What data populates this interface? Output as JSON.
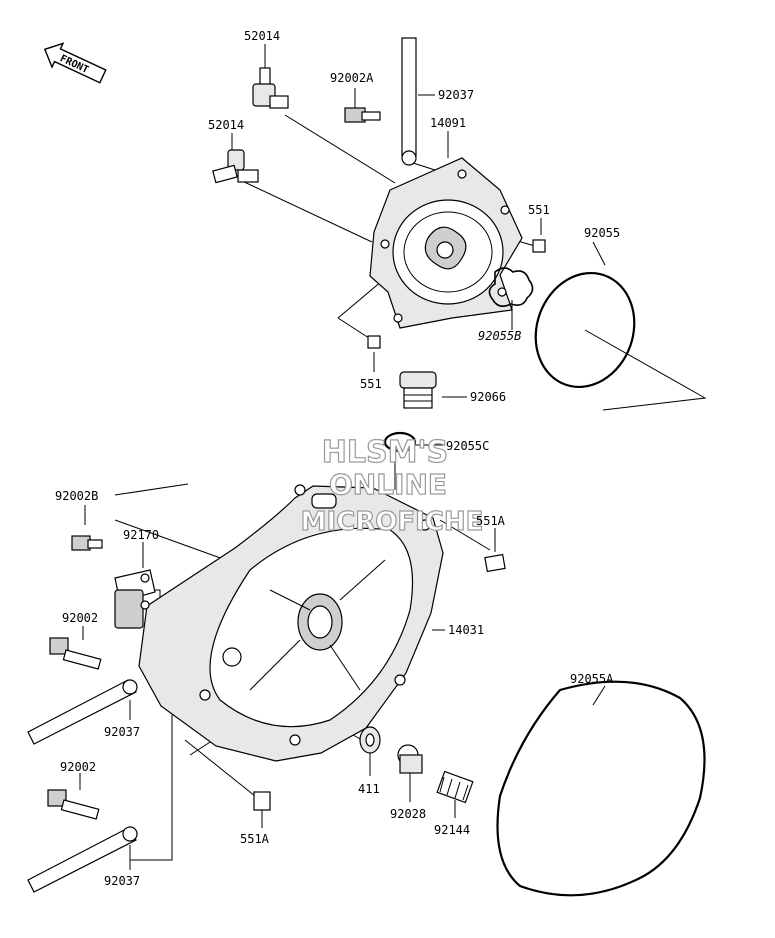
{
  "front_arrow_label": "FRONT",
  "watermark": [
    "HLSM'S",
    "ONLINE",
    "MICROFICHE"
  ],
  "labels": {
    "l52014a": "52014",
    "l52014b": "52014",
    "l92002A": "92002A",
    "l92037a": "92037",
    "l14091": "14091",
    "l551a": "551",
    "l92055": "92055",
    "l92055B": "92055B",
    "l551b": "551",
    "l92066": "92066",
    "l92055C": "92055C",
    "l92002B": "92002B",
    "l551A1": "551A",
    "l92170": "92170",
    "l92002a": "92002",
    "l14031": "14031",
    "l92055A": "92055A",
    "l92037b": "92037",
    "l411": "411",
    "l92028": "92028",
    "l92144": "92144",
    "l92002b": "92002",
    "l551A2": "551A",
    "l92037c": "92037"
  }
}
